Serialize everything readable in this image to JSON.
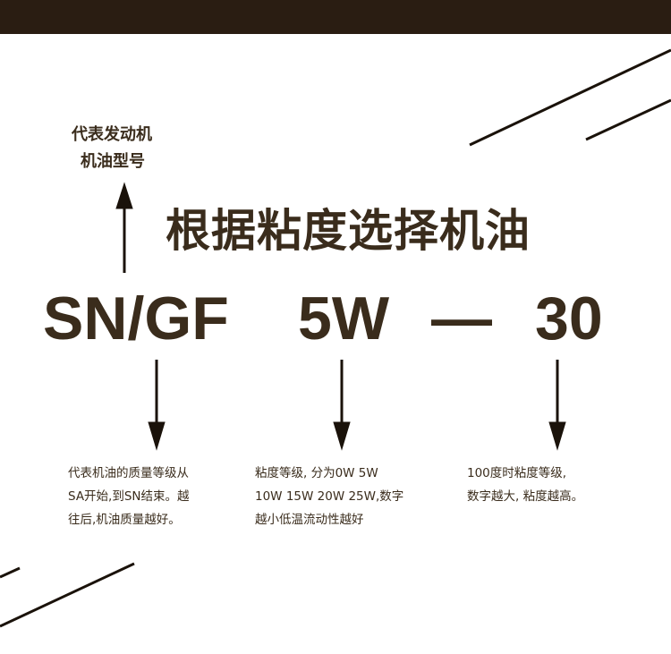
{
  "colors": {
    "top_bar": "#2a1d12",
    "text": "#3a2c1c",
    "lines": "#1a120a"
  },
  "title": "根据粘度选择机油",
  "code": {
    "grade": "SN/GF",
    "winter": "5W",
    "dash": "—",
    "viscosity": "30"
  },
  "notes": {
    "engine_line1": "代表发动机",
    "engine_line2": "机油型号",
    "quality": [
      "代表机油的质量等级从",
      "SA开始,到SN结束。越",
      "往后,机油质量越好。"
    ],
    "winter": [
      "粘度等级, 分为0W 5W",
      "10W 15W 20W 25W,数字",
      "越小低温流动性越好"
    ],
    "viscosity": [
      "100度时粘度等级,",
      "数字越大, 粘度越高。"
    ]
  }
}
